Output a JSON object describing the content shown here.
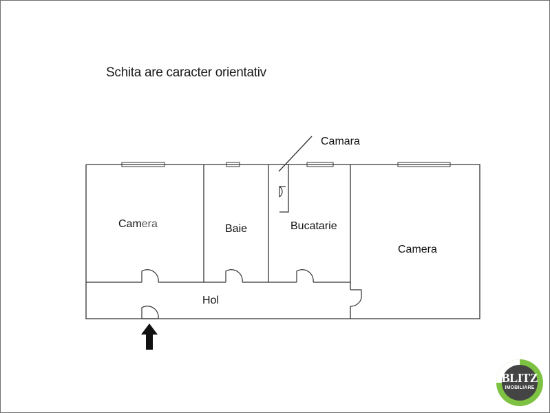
{
  "note": "Schita are caracter orientativ",
  "rooms": {
    "camera_left_a": "Cam",
    "camera_left_b": "era",
    "baie": "Baie",
    "bucatarie": "Bucatarie",
    "camera_right": "Camera",
    "hol": "Hol",
    "camara": "Camara"
  },
  "logo": {
    "name": "BLITZ",
    "sub": "IMOBILIARE",
    "ring_color": "#7dc242",
    "center_color": "#444444"
  },
  "entrance_icon": "arrow-up-icon"
}
